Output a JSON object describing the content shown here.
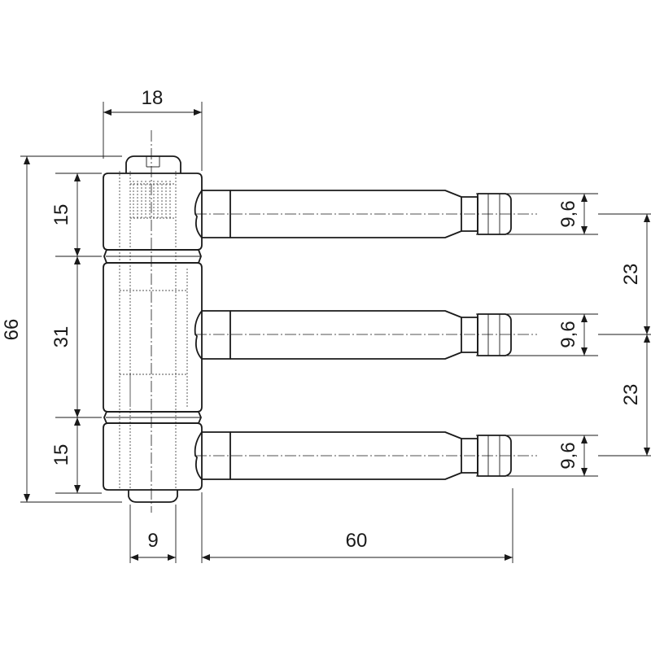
{
  "dimensions": {
    "head_width": "18",
    "overall_height": "66",
    "upper_barrel": "15",
    "middle_barrel": "31",
    "lower_barrel": "15",
    "pin_width": "9",
    "pin_length": "60",
    "pin_diameter_top": "9,6",
    "pin_diameter_middle": "9,6",
    "pin_diameter_bottom": "9,6",
    "pin_spacing_upper": "23",
    "pin_spacing_lower": "23"
  }
}
